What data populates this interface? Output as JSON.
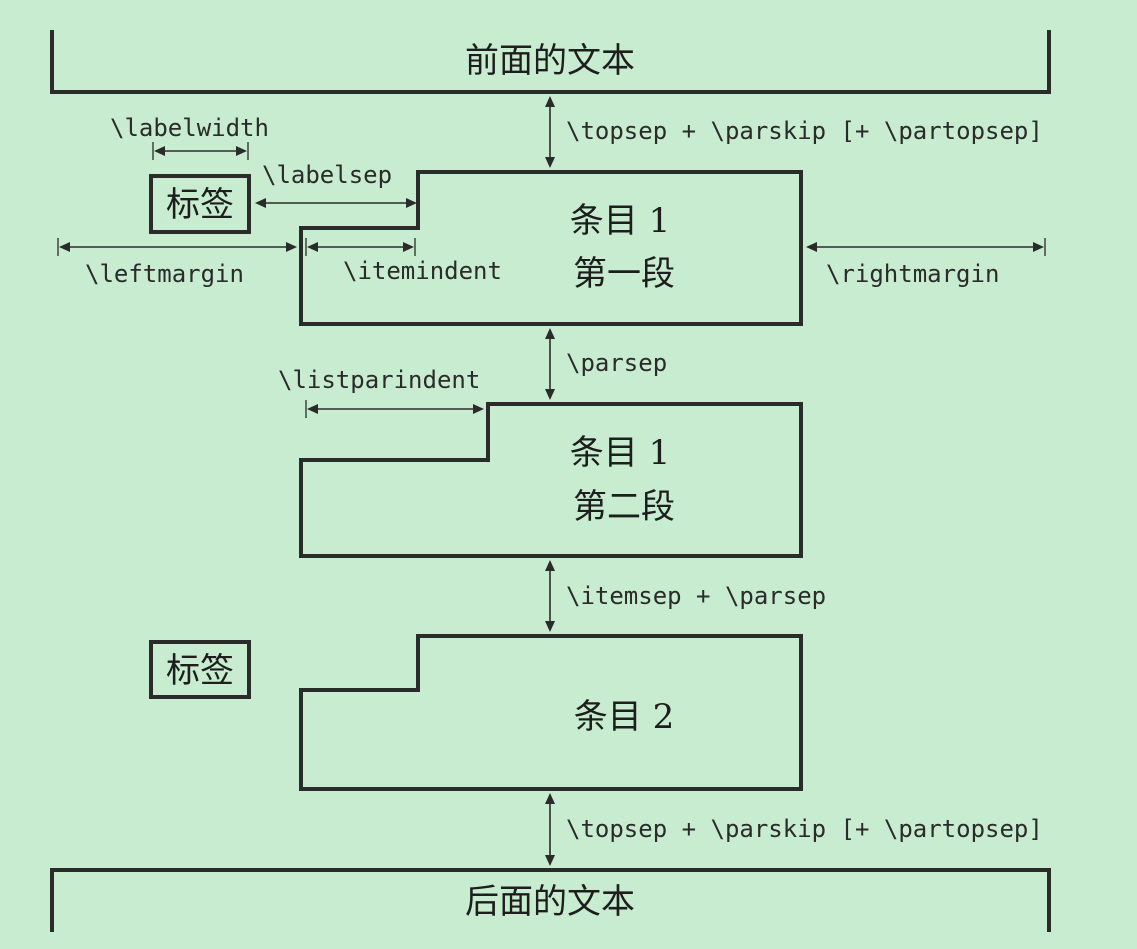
{
  "texts": {
    "preceding_text": "前面的文本",
    "following_text": "后面的文本",
    "label": "标签",
    "item1_title": "条目 1",
    "item1_para1": "第一段",
    "item1_para2": "第二段",
    "item2_title": "条目 2"
  },
  "params": {
    "labelwidth": "\\labelwidth",
    "labelsep": "\\labelsep",
    "leftmargin": "\\leftmargin",
    "itemindent": "\\itemindent",
    "rightmargin": "\\rightmargin",
    "topsep_before": "\\topsep + \\parskip [+ \\partopsep]",
    "parsep": "\\parsep",
    "listparindent": "\\listparindent",
    "itemsep_parsep": "\\itemsep + \\parsep",
    "topsep_after": "\\topsep + \\parskip [+ \\partopsep]"
  }
}
